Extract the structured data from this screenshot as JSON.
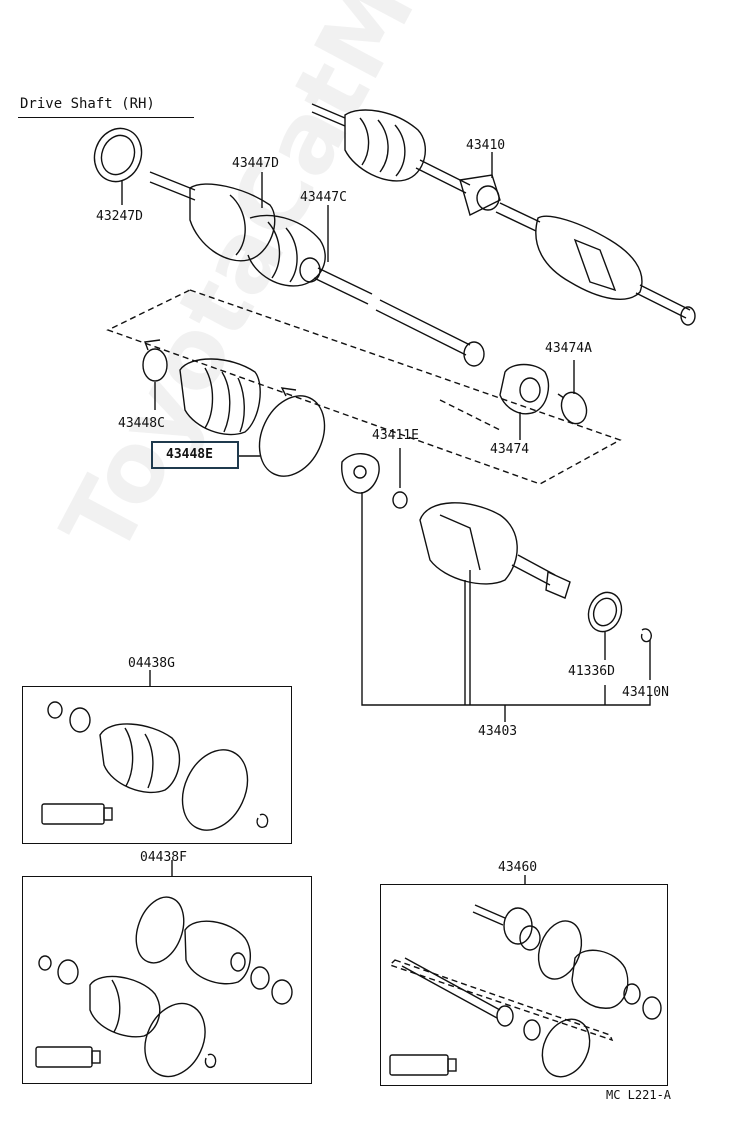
{
  "diagram": {
    "title": "Drive Shaft (RH)",
    "watermark": "ToyotaCatMng.ru",
    "footer_code": "MC L221-A",
    "highlighted_part": "43448E",
    "parts": {
      "p43247D": "43247D",
      "p43447D": "43447D",
      "p43447C": "43447C",
      "p43410": "43410",
      "p43474A": "43474A",
      "p43448C": "43448C",
      "p43474": "43474",
      "p43411E": "43411E",
      "p41336D": "41336D",
      "p43410N": "43410N",
      "p43403": "43403",
      "p04438G": "04438G",
      "p04438F": "04438F",
      "p43460": "43460"
    }
  }
}
